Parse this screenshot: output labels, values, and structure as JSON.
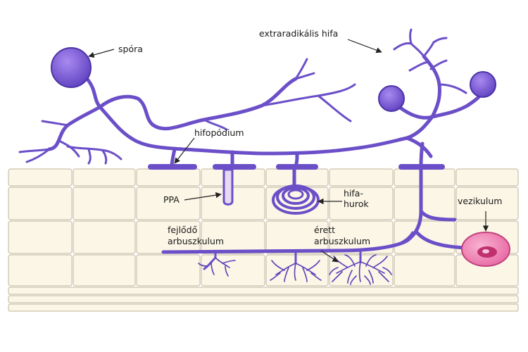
{
  "labels": {
    "spora": "spóra",
    "extraradikalis": "extraradikális hifa",
    "hifopodium": "hifopódium",
    "ppa": "PPA",
    "hifa_hurok_1": "hifa-",
    "hifa_hurok_2": "hurok",
    "vezikulum": "vezikulum",
    "fejlodo_1": "fejlődő",
    "fejlodo_2": "arbuszkulum",
    "erett_1": "érett",
    "erett_2": "arbuszkulum"
  },
  "colors": {
    "hypha": "#6b4fc8",
    "spore": "#7b5fd6",
    "cell": "#fbf6e6",
    "cell_border": "#c9c2ad",
    "vesicle": "#f07ab0",
    "vesicle_nucleus": "#c0306e"
  }
}
